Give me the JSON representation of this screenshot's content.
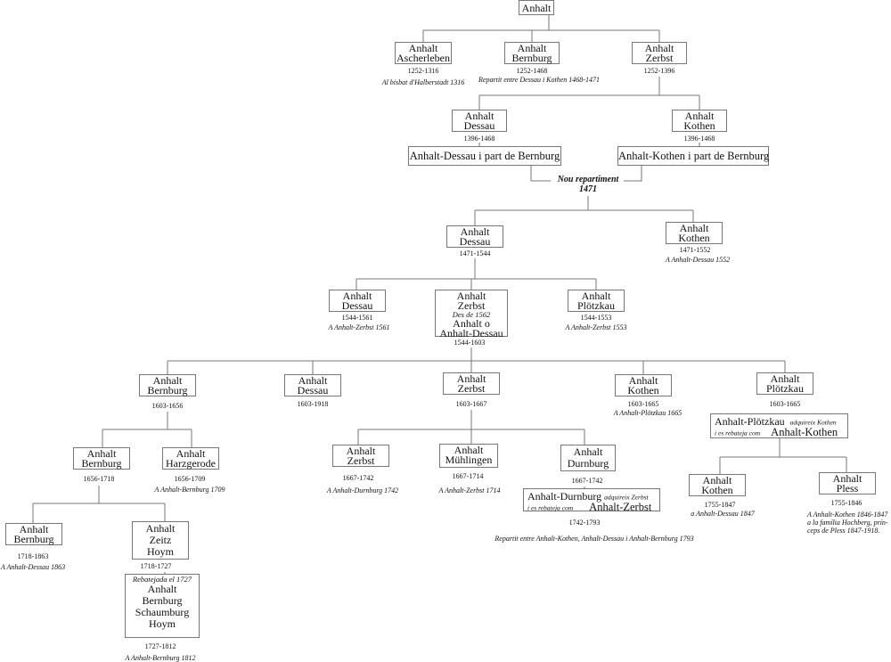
{
  "root": {
    "label": "Anhalt"
  },
  "gen1": {
    "ascherleben": {
      "l1": "Anhalt",
      "l2": "Ascherleben",
      "years": "1252-1316",
      "note": "Al bisbat d'Halberstadt 1316"
    },
    "bernburg": {
      "l1": "Anhalt",
      "l2": "Bernburg",
      "years": "1252-1468",
      "note": "Repartit entre Dessau i Kothen 1468-1471"
    },
    "zerbst": {
      "l1": "Anhalt",
      "l2": "Zerbst",
      "years": "1252-1396"
    }
  },
  "gen2": {
    "dessau": {
      "l1": "Anhalt",
      "l2": "Dessau",
      "years": "1396-1468",
      "wide": "Anhalt-Dessau i part de Bernburg"
    },
    "kothen": {
      "l1": "Anhalt",
      "l2": "Kothen",
      "years": "1396-1468",
      "wide": "Anhalt-Kothen i part de Bernburg"
    }
  },
  "repartition": {
    "l1": "Nou repartiment",
    "l2": "1471"
  },
  "gen3": {
    "dessau": {
      "l1": "Anhalt",
      "l2": "Dessau",
      "years": "1471-1544"
    },
    "kothen": {
      "l1": "Anhalt",
      "l2": "Kothen",
      "years": "1471-1552",
      "note": "A Anhalt-Dessau 1552"
    }
  },
  "gen4": {
    "dessau": {
      "l1": "Anhalt",
      "l2": "Dessau",
      "years": "1544-1561",
      "note": "A Anhalt-Zerbst 1561"
    },
    "zerbst": {
      "l1": "Anhalt",
      "l2": "Zerbst",
      "sub": "Des de 1562",
      "l3": "Anhalt o",
      "l4": "Anhalt-Dessau",
      "years": "1544-1603"
    },
    "plotzkau": {
      "l1": "Anhalt",
      "l2": "Plötzkau",
      "years": "1544-1553",
      "note": "A Anhalt-Zerbst 1553"
    }
  },
  "gen5": {
    "bernburg": {
      "l1": "Anhalt",
      "l2": "Bernburg",
      "years": "1603-1656"
    },
    "dessau": {
      "l1": "Anhalt",
      "l2": "Dessau",
      "years": "1603-1918"
    },
    "zerbst": {
      "l1": "Anhalt",
      "l2": "Zerbst",
      "years": "1603-1667"
    },
    "kothen": {
      "l1": "Anhalt",
      "l2": "Kothen",
      "years": "1603-1665",
      "note": "A Anhalt-Plötzkau 1665"
    },
    "plotzkau": {
      "l1": "Anhalt",
      "l2": "Plötzkau",
      "years": "1603-1665"
    }
  },
  "plotzkau_merge": {
    "a": "Anhalt-Plötzkau",
    "b": "adquireix Kothen",
    "c": "i es rebateja com",
    "d": "Anhalt-Kothen"
  },
  "gen6": {
    "bernburg": {
      "l1": "Anhalt",
      "l2": "Bernburg",
      "years": "1656-1718"
    },
    "harzgerode": {
      "l1": "Anhalt",
      "l2": "Harzgerode",
      "years": "1656-1709",
      "note": "A Anhalt-Bernburg 1709"
    },
    "zerbst": {
      "l1": "Anhalt",
      "l2": "Zerbst",
      "years": "1667-1742",
      "note": "A Anhalt-Durnburg 1742"
    },
    "muhlingen": {
      "l1": "Anhalt",
      "l2": "Mühlingen",
      "years": "1667-1714",
      "note": "A Anhalt-Zerbst 1714"
    },
    "durnburg": {
      "l1": "Anhalt",
      "l2": "Durnburg",
      "years": "1667-1742"
    },
    "kothen": {
      "l1": "Anhalt",
      "l2": "Kothen",
      "years": "1755-1847",
      "note": "a Anhalt-Dessau 1847"
    },
    "pless": {
      "l1": "Anhalt",
      "l2": "Pless",
      "years": "1755-1846",
      "n1": "A Anhalt-Kothen 1846-1847",
      "n2": "a la família Hochberg, prín-",
      "n3": "ceps de Pless  1847-1918."
    }
  },
  "durnburg_merge": {
    "a": "Anhalt-Durnburg",
    "b": "adquireix Zerbst",
    "c": "i es rebateja com",
    "d": "Anhalt-Zerbst",
    "years": "1742-1793",
    "note": "Repartit entre Anhalt-Kothen, Anhalt-Dessau i Anhalt-Bernburg 1793"
  },
  "gen7": {
    "bernburg": {
      "l1": "Anhalt",
      "l2": "Bernburg",
      "years": "1718-1863",
      "note": "A Anhalt-Dessau 1863"
    },
    "zeitz": {
      "l1": "Anhalt",
      "l2": "Zeitz",
      "l3": "Hoym",
      "years": "1718-1727"
    }
  },
  "schaumburg": {
    "sub": "Rebatejada el 1727",
    "l1": "Anhalt",
    "l2": "Bernburg",
    "l3": "Schaumburg",
    "l4": "Hoym",
    "years": "1727-1812",
    "note": "A Anhalt-Bernburg 1812"
  }
}
